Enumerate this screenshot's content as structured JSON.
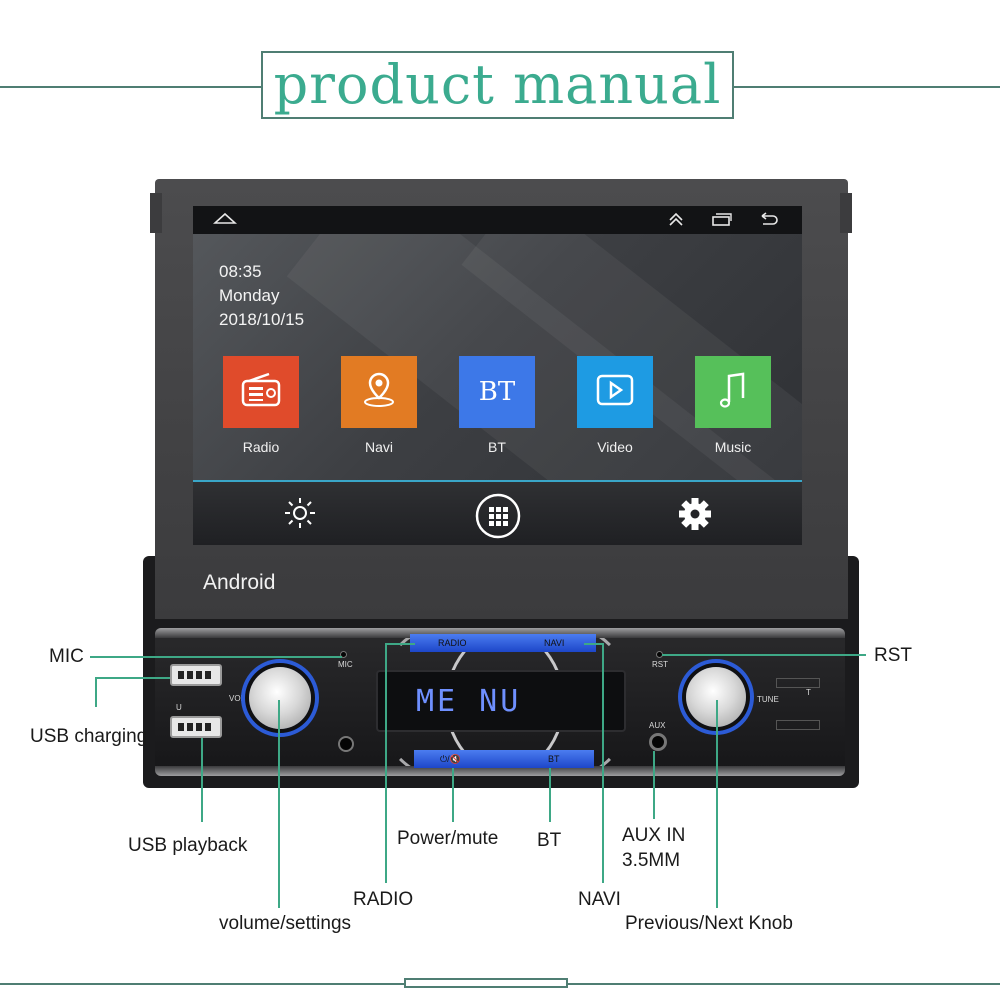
{
  "header": {
    "title": "product manual"
  },
  "screen": {
    "time": "08:35",
    "day": "Monday",
    "date": "2018/10/15",
    "status_icons": [
      "home-outline-icon",
      "chevron-up-icon",
      "recents-icon",
      "back-icon"
    ],
    "apps": [
      {
        "label": "Radio",
        "color": "#e04b2b",
        "icon": "radio-icon"
      },
      {
        "label": "Navi",
        "color": "#e27b23",
        "icon": "location-pin-icon"
      },
      {
        "label": "BT",
        "color": "#3d78e8",
        "icon_text": "BT"
      },
      {
        "label": "Video",
        "color": "#1e9be3",
        "icon": "play-icon"
      },
      {
        "label": "Music",
        "color": "#56c05a",
        "icon": "music-note-icon"
      }
    ],
    "dock_icons": [
      "brightness-icon",
      "app-grid-icon",
      "settings-gear-icon"
    ],
    "brand": "Android"
  },
  "panel": {
    "strip_top_left": "RADIO",
    "strip_top_right": "NAVI",
    "strip_bottom_left": "⏻/🔇",
    "strip_bottom_right": "BT",
    "lcd": "ME NU",
    "mic": "MIC",
    "vol": "VOL",
    "rst": "RST",
    "aux": "AUX",
    "tune": "TUNE",
    "t": "T",
    "usb_u": "U"
  },
  "callouts": {
    "mic": "MIC",
    "usb_charging": "USB charging",
    "usb_playback": "USB playback",
    "volume": "volume/settings",
    "radio": "RADIO",
    "power": "Power/mute",
    "bt": "BT",
    "aux_line1": "AUX IN",
    "aux_line2": "3.5MM",
    "navi": "NAVI",
    "knob": "Previous/Next Knob",
    "rst": "RST"
  },
  "colors": {
    "accent": "#3bab8f",
    "line": "#4f7e73",
    "lead": "#3ea886"
  }
}
